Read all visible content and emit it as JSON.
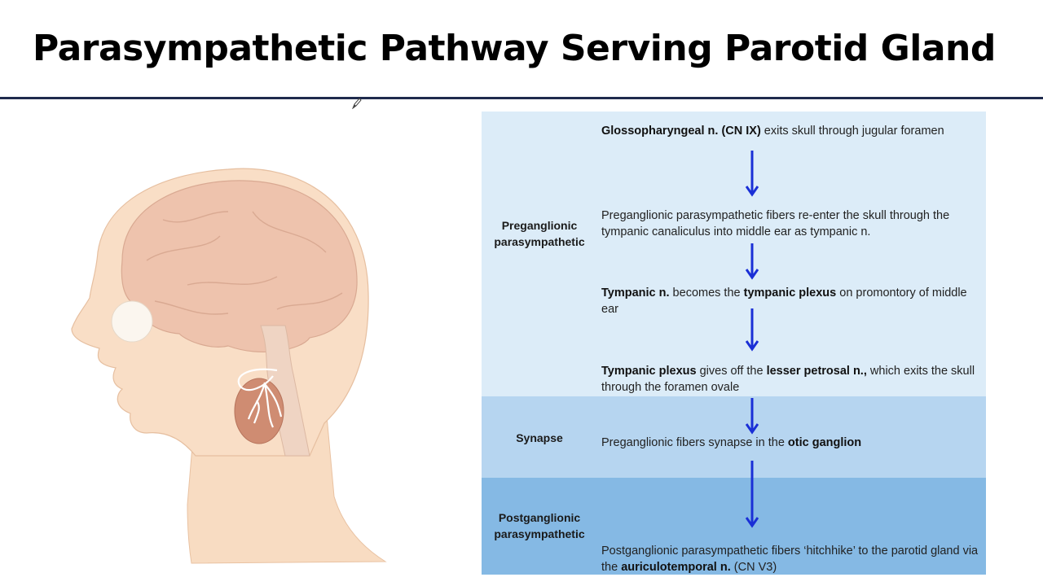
{
  "slide": {
    "title": "Parasympathetic Pathway Serving Parotid Gland"
  },
  "illustration": {
    "alt": "head-profile-with-parotid-gland"
  },
  "stages": {
    "pre": "Preganglionic parasympathetic",
    "syn": "Synapse",
    "post": "Postganglionic parasympathetic"
  },
  "steps": {
    "s1": {
      "a": "Glossopharyngeal n. (CN IX)",
      "b": " exits skull through jugular foramen"
    },
    "s2": {
      "a": "Preganglionic parasympathetic fibers re-enter the skull through the tympanic canaliculus into middle ear as tympanic n."
    },
    "s3": {
      "a": "Tympanic n.",
      "b": " becomes the ",
      "c": "tympanic plexus",
      "d": " on promontory of middle ear"
    },
    "s4": {
      "a": "Tympanic plexus",
      "b": " gives off the ",
      "c": "lesser petrosal n.,",
      "d": " which exits the skull through the foramen ovale"
    },
    "s5": {
      "a": "Preganglionic fibers synapse in the ",
      "b": "otic ganglion"
    },
    "s6": {
      "a": "Postganglionic parasympathetic fibers ‘hitchhike’ to the parotid gland via the ",
      "b": "auriculotemporal n.",
      "c": " (CN V3)"
    }
  },
  "colors": {
    "arrow": "#1a2fd6",
    "rule": "#1f2a4d",
    "band_pre": "#dcecf8",
    "band_syn": "#b6d5f0",
    "band_post": "#85b9e4"
  }
}
